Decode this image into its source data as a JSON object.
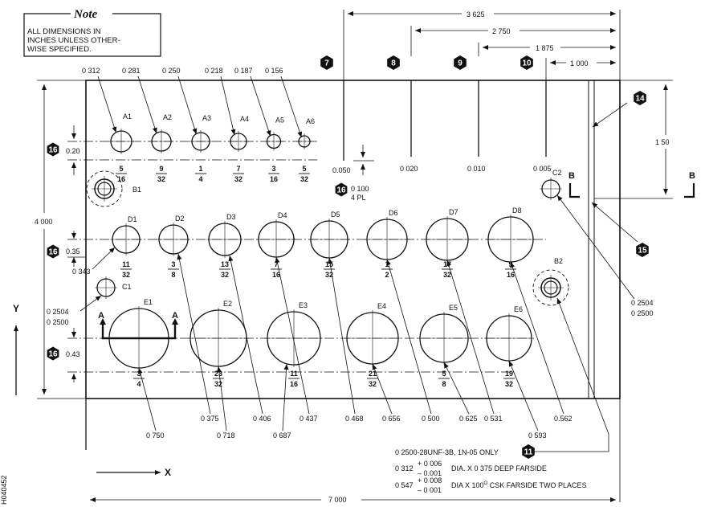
{
  "note": {
    "title": "Note",
    "lines": [
      "ALL DIMENSIONS IN",
      "INCHES UNLESS OTHER-",
      "WISE SPECIFIED."
    ]
  },
  "axes": {
    "x": "X",
    "y": "Y"
  },
  "side_code": "H040452",
  "overall": {
    "width": "7 000",
    "height": "4 000"
  },
  "top_dims": [
    "3 625",
    "2 750",
    "1 875",
    "1 000"
  ],
  "right_dim": "1 50",
  "row_a": {
    "holes": [
      "A1",
      "A2",
      "A3",
      "A4",
      "A5",
      "A6"
    ],
    "diameters": [
      "0 312",
      "0 281",
      "0 250",
      "0 218",
      "0 187",
      "0 156"
    ],
    "fractions": [
      [
        "5",
        "16"
      ],
      [
        "9",
        "32"
      ],
      [
        "1",
        "4"
      ],
      [
        "7",
        "32"
      ],
      [
        "3",
        "16"
      ],
      [
        "5",
        "32"
      ]
    ],
    "spacing": "0.20"
  },
  "row_d": {
    "holes": [
      "D1",
      "D2",
      "D3",
      "D4",
      "D5",
      "D6",
      "D7",
      "D8"
    ],
    "fractions": [
      [
        "11",
        "32"
      ],
      [
        "3",
        "8"
      ],
      [
        "13",
        "32"
      ],
      [
        "7",
        "16"
      ],
      [
        "15",
        "32"
      ],
      [
        "1",
        "2"
      ],
      [
        "17",
        "32"
      ],
      [
        "9",
        "16"
      ]
    ],
    "spacing": "0.35"
  },
  "row_e": {
    "holes": [
      "E1",
      "E2",
      "E3",
      "E4",
      "E5",
      "E6"
    ],
    "fractions": [
      [
        "3",
        "4"
      ],
      [
        "23",
        "32"
      ],
      [
        "11",
        "16"
      ],
      [
        "21",
        "32"
      ],
      [
        "5",
        "8"
      ],
      [
        "19",
        "32"
      ]
    ],
    "spacing": "0.43"
  },
  "bottom_values": [
    "0 750",
    "0 375",
    "0 718",
    "0 406",
    "0 687",
    "0 437",
    "0 468",
    "0 656",
    "0 500",
    "0 625",
    "0 531",
    "0 593",
    "0.562"
  ],
  "other_holes": {
    "b1": "B1",
    "b2": "B2",
    "c1": "C1",
    "c2": "C2"
  },
  "left_values": [
    "0 343",
    "0 2504",
    "0 2500"
  ],
  "right_values": [
    "0 2504",
    "0 2500"
  ],
  "slot_depths": [
    "0.050",
    "0 020",
    "0 010",
    "0 005"
  ],
  "slot_width": [
    "0 100",
    "4 PL"
  ],
  "section": {
    "a": "A",
    "b": "B"
  },
  "callouts": [
    "7",
    "8",
    "9",
    "10",
    "11",
    "14",
    "15",
    "16"
  ],
  "notes": [
    {
      "main": "0 2500-28UNF-3B, 1N-05 ONLY"
    },
    {
      "main": "0 312",
      "tol_plus": "+ 0 006",
      "tol_minus": "– 0.001",
      "rest": "DIA. X 0 375  DEEP FARSIDE"
    },
    {
      "main": "0 547",
      "tol_plus": "+ 0 008",
      "tol_minus": "– 0 001",
      "rest": "DIA  X 100",
      "sup": "O",
      "rest2": " CSK FARSIDE TWO PLACES"
    }
  ]
}
